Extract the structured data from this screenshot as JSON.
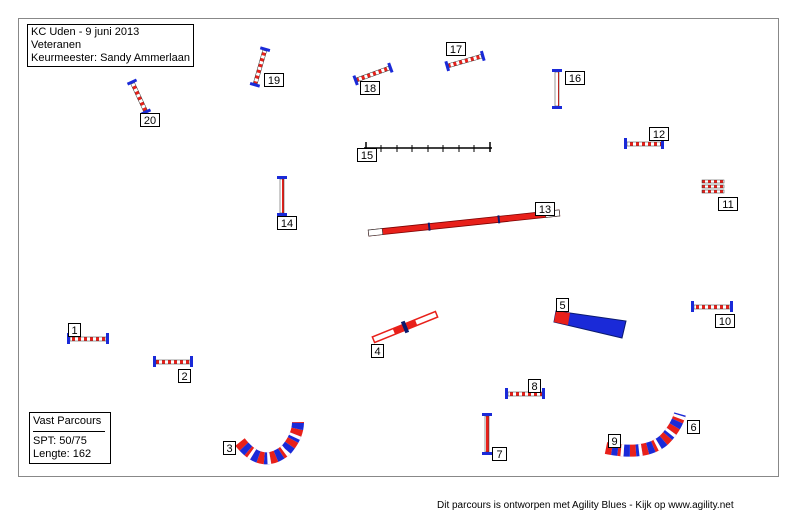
{
  "header": {
    "event": "KC Uden - 9 juni 2013",
    "class": "Veteranen",
    "judge": "Keurmeester: Sandy Ammerlaan"
  },
  "info": {
    "title": "Vast Parcours",
    "spt": "SPT:  50/75",
    "length": "Lengte: 162"
  },
  "footer": "Dit parcours is ontworpen met Agility Blues - Kijk op www.agility.net",
  "colors": {
    "red": "#e8201a",
    "blue": "#1a2ad8",
    "navy": "#0a1a6e",
    "white": "#ffffff"
  },
  "obstacles": {
    "n1": "1",
    "n2": "2",
    "n3": "3",
    "n4": "4",
    "n5": "5",
    "n6": "6",
    "n7": "7",
    "n8": "8",
    "n9": "9",
    "n10": "10",
    "n11": "11",
    "n12": "12",
    "n13": "13",
    "n14": "14",
    "n15": "15",
    "n16": "16",
    "n17": "17",
    "n18": "18",
    "n19": "19",
    "n20": "20"
  }
}
